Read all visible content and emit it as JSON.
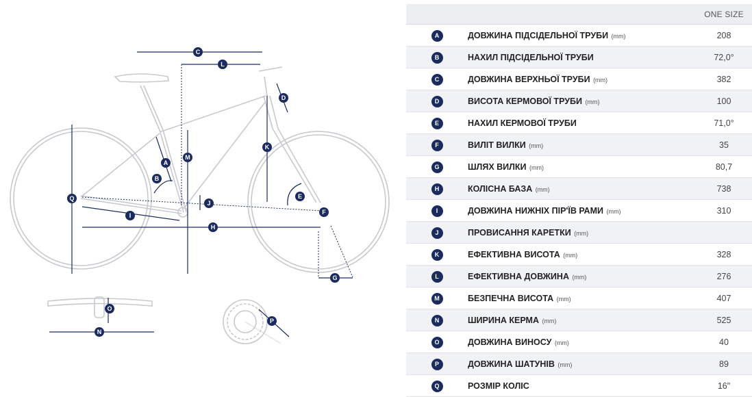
{
  "table": {
    "header": "ONE SIZE",
    "rows": [
      {
        "letter": "A",
        "name": "ДОВЖИНА ПІДСІДЕЛЬНОЇ ТРУБИ",
        "unit": "(mm)",
        "value": "208"
      },
      {
        "letter": "B",
        "name": "НАХИЛ ПІДСІДЕЛЬНОЇ ТРУБИ",
        "unit": "",
        "value": "72,0°"
      },
      {
        "letter": "C",
        "name": "ДОВЖИНА ВЕРХНЬОЇ ТРУБИ",
        "unit": "(mm)",
        "value": "382"
      },
      {
        "letter": "D",
        "name": "ВИСОТА КЕРМОВОЇ ТРУБИ",
        "unit": "(mm)",
        "value": "100"
      },
      {
        "letter": "E",
        "name": "НАХИЛ КЕРМОВОЇ ТРУБИ",
        "unit": "",
        "value": "71,0°"
      },
      {
        "letter": "F",
        "name": "ВИЛІТ ВИЛКИ",
        "unit": "(mm)",
        "value": "35"
      },
      {
        "letter": "G",
        "name": "ШЛЯХ ВИЛКИ",
        "unit": "(mm)",
        "value": "80,7"
      },
      {
        "letter": "H",
        "name": "КОЛІСНА БАЗА",
        "unit": "(mm)",
        "value": "738"
      },
      {
        "letter": "I",
        "name": "ДОВЖИНА НИЖНІХ ПІР'ЇВ РАМИ",
        "unit": "(mm)",
        "value": "310"
      },
      {
        "letter": "J",
        "name": "ПРОВИСАННЯ КАРЕТКИ",
        "unit": "(mm)",
        "value": ""
      },
      {
        "letter": "K",
        "name": "ЕФЕКТИВНА ВИСОТА",
        "unit": "(mm)",
        "value": "328"
      },
      {
        "letter": "L",
        "name": "ЕФЕКТИВНА ДОВЖИНА",
        "unit": "(mm)",
        "value": "276"
      },
      {
        "letter": "M",
        "name": "БЕЗПЕЧНА ВИСОТА",
        "unit": "(mm)",
        "value": "407"
      },
      {
        "letter": "N",
        "name": "ШИРИНА КЕРМА",
        "unit": "(mm)",
        "value": "525"
      },
      {
        "letter": "O",
        "name": "ДОВЖИНА ВИНОСУ",
        "unit": "(mm)",
        "value": "40"
      },
      {
        "letter": "P",
        "name": "ДОВЖИНА ШАТУНІВ",
        "unit": "(mm)",
        "value": "89"
      },
      {
        "letter": "Q",
        "name": "РОЗМІР КОЛІС",
        "unit": "",
        "value": "16\""
      }
    ]
  },
  "diagram_labels": {
    "a": "A",
    "b": "B",
    "c": "C",
    "d": "D",
    "e": "E",
    "f": "F",
    "g": "G",
    "h": "H",
    "i": "I",
    "j": "J",
    "k": "K",
    "l": "L",
    "m": "M",
    "n": "N",
    "o": "O",
    "p": "P",
    "q": "Q"
  },
  "colors": {
    "accent": "#1c2b5e",
    "frame": "#c8c9cf"
  }
}
